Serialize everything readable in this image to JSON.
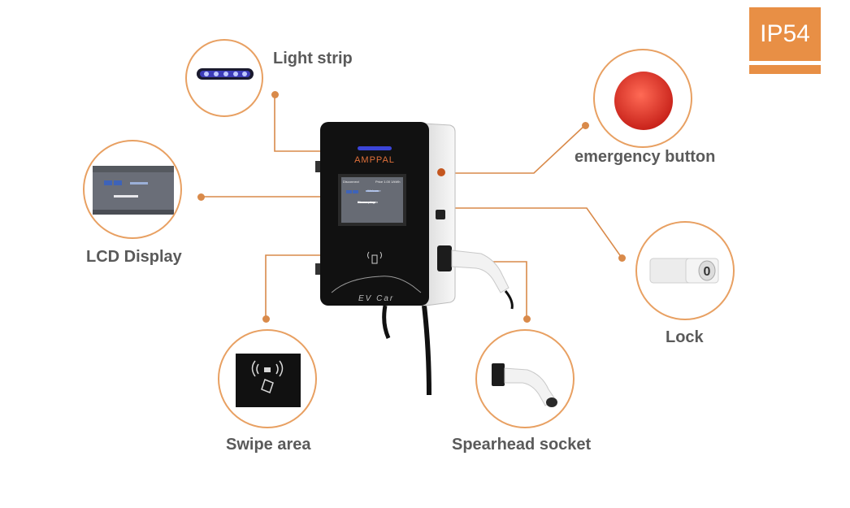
{
  "badge": {
    "text": "IP54",
    "color": "#e88f45"
  },
  "callouts": {
    "light_strip": "Light strip",
    "lcd_display": "LCD Display",
    "swipe_area": "Swipe area",
    "emergency_button": "emergency button",
    "lock": "Lock",
    "spearhead_socket": "Spearhead socket"
  },
  "charger": {
    "brand": "AMPPAL",
    "decal": "EV Car",
    "screen": {
      "header_left": "Disconnect",
      "header_right": "Price 1.00 1/kWh",
      "welcome": "Welcome",
      "prompt": "Please plug in"
    }
  },
  "colors": {
    "accent": "#e8a062",
    "leader": "#d98a4a",
    "label": "#5a5a5a"
  },
  "icons": {
    "nfc": "contactless-card-icon",
    "emergency": "red-mushroom-button-icon",
    "lock": "key-lock-icon"
  }
}
